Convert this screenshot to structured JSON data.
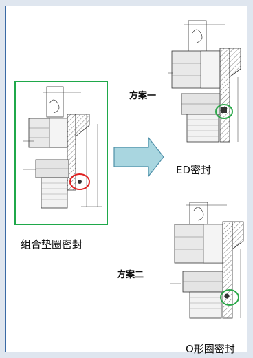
{
  "labels": {
    "left_caption": "组合垫圈密封",
    "option1": "方案一",
    "option1_caption": "ED密封",
    "option2": "方案二",
    "option2_caption": "O形圈密封"
  },
  "colors": {
    "frame_outer": "#dfe6ef",
    "frame_inner": "#3a6aa5",
    "box_border": "#1fa84a",
    "arrow_fill": "#a9d6e0",
    "arrow_stroke": "#4e8fa8",
    "red_circle": "#e02020",
    "green_circle": "#2ca84a"
  },
  "icons": {
    "arrow": "right-arrow-icon"
  }
}
